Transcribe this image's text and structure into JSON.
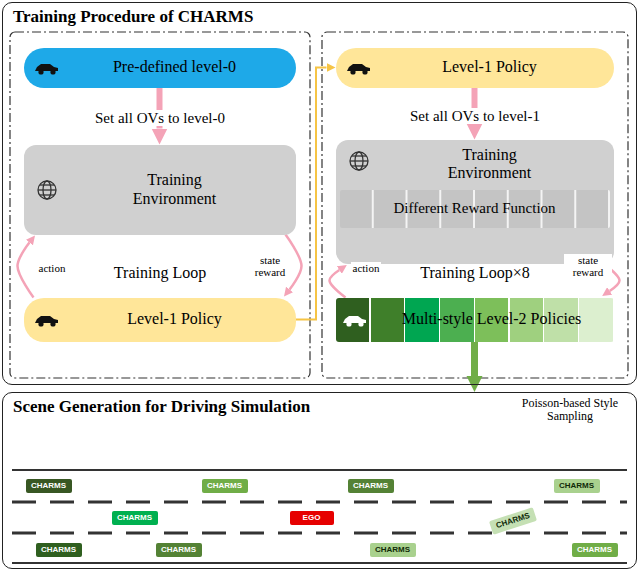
{
  "diagram": {
    "nodes": [
      {
        "text": [
          "Training Procedure of CHARMS"
        ]
      },
      {
        "text": [
          "Pre-defined level-0"
        ],
        "in": 0
      },
      {
        "text": [
          "Training Environment"
        ],
        "in": 0
      },
      {
        "text": [
          "Level-1 Policy"
        ],
        "in": 0
      },
      {
        "text": [
          "Level-1 Policy"
        ],
        "in": 0
      },
      {
        "text": [
          "Training Environment"
        ],
        "in": 0
      },
      {
        "text": [
          "Different Reward Function"
        ],
        "in": 5
      },
      {
        "text": [
          "Multi-style Level-2 Policies"
        ],
        "in": 0
      },
      {
        "text": [
          "Scene Generation for Driving Simulation"
        ]
      },
      {
        "text": [
          "CHARMS"
        ],
        "in": 8
      },
      {
        "text": [
          "CHARMS"
        ],
        "in": 8
      },
      {
        "text": [
          "CHARMS"
        ],
        "in": 8
      },
      {
        "text": [
          "CHARMS"
        ],
        "in": 8
      },
      {
        "text": [
          "CHARMS"
        ],
        "in": 8
      },
      {
        "text": [
          "EGO"
        ],
        "in": 8
      },
      {
        "text": [
          "CHARMS"
        ],
        "in": 8
      },
      {
        "text": [
          "CHARMS"
        ],
        "in": 8
      },
      {
        "text": [
          "CHARMS"
        ],
        "in": 8
      },
      {
        "text": [
          "CHARMS"
        ],
        "in": 8
      },
      {
        "text": [
          "CHARMS"
        ],
        "in": 8
      }
    ],
    "edges": [
      {
        "from": 1,
        "to": 2,
        "arrow": "to",
        "label": "Set all OVs to level-0"
      },
      {
        "from": 3,
        "to": 2,
        "arrow": "to",
        "label": "action"
      },
      {
        "from": 2,
        "to": 3,
        "arrow": "to",
        "label": "state reward"
      },
      {
        "from": 3,
        "to": 4,
        "arrow": "to"
      },
      {
        "from": 4,
        "to": 5,
        "arrow": "to",
        "label": "Set all OVs to level-1"
      },
      {
        "from": 7,
        "to": 5,
        "arrow": "to",
        "label": "action"
      },
      {
        "from": 5,
        "to": 7,
        "arrow": "to",
        "label": "state reward"
      },
      {
        "from": 7,
        "to": 8,
        "arrow": "to",
        "label": "Poisson-based Style Sampling"
      }
    ],
    "labels": [
      "Training Loop",
      "Training Loop×8"
    ]
  }
}
